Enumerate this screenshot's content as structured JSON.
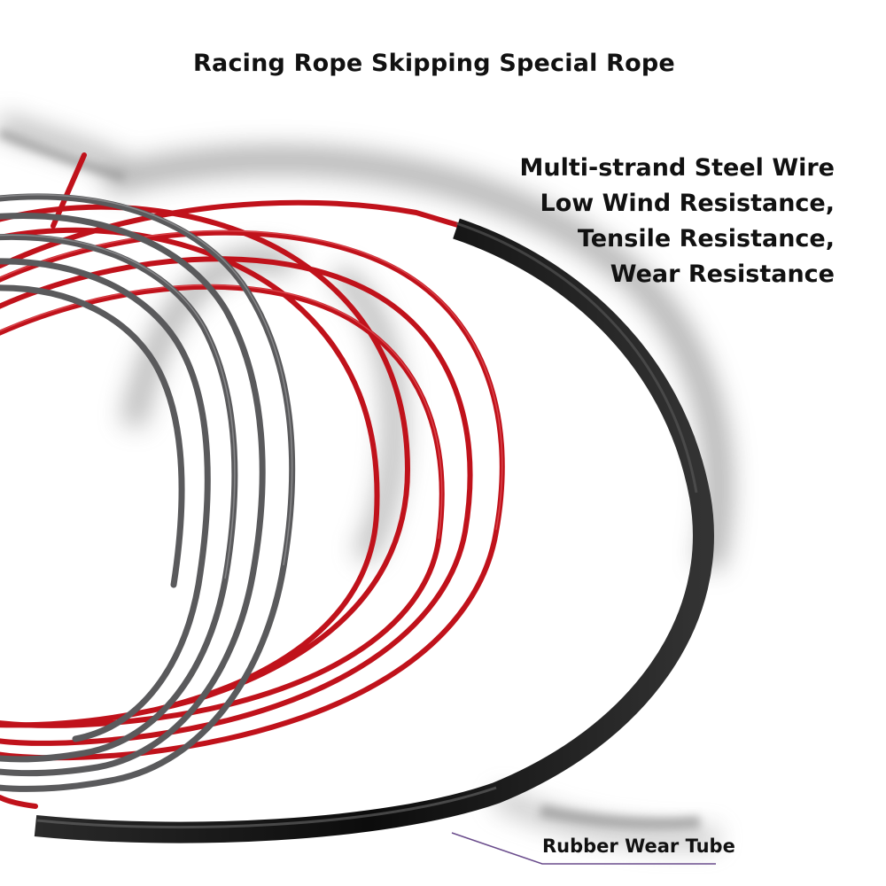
{
  "title": "Racing Rope Skipping Special Rope",
  "features": [
    "Multi-strand Steel Wire",
    "Low Wind Resistance,",
    "Tensile Resistance,",
    "Wear Resistance"
  ],
  "callout": "Rubber Wear Tube",
  "colors": {
    "background": "#ffffff",
    "red_cable": "#c0121b",
    "gray_cable": "#5a5a5c",
    "tube": "#111111",
    "pointer_line": "#6a4c8c"
  }
}
